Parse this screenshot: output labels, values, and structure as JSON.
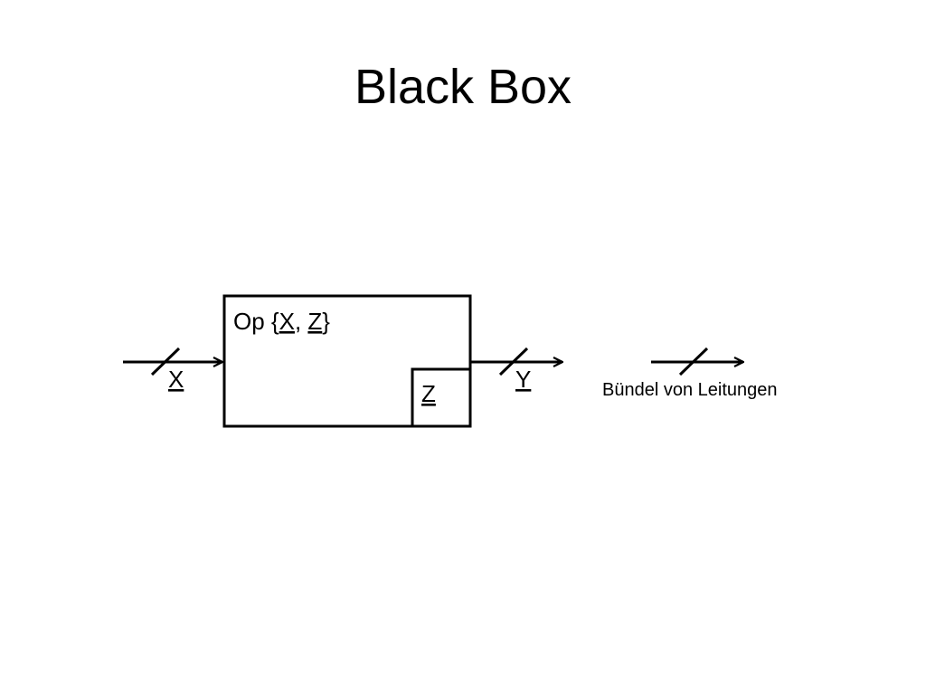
{
  "slide": {
    "title": "Black Box"
  },
  "diagram": {
    "box_label_prefix": "Op {",
    "box_label_x": "X",
    "box_label_sep": ", ",
    "box_label_z": "Z",
    "box_label_suffix": "}",
    "state_label": "Z",
    "input_label": "X",
    "output_label": "Y",
    "legend_label": "Bündel von Leitungen"
  },
  "colors": {
    "line": "#000000",
    "background": "#ffffff"
  }
}
